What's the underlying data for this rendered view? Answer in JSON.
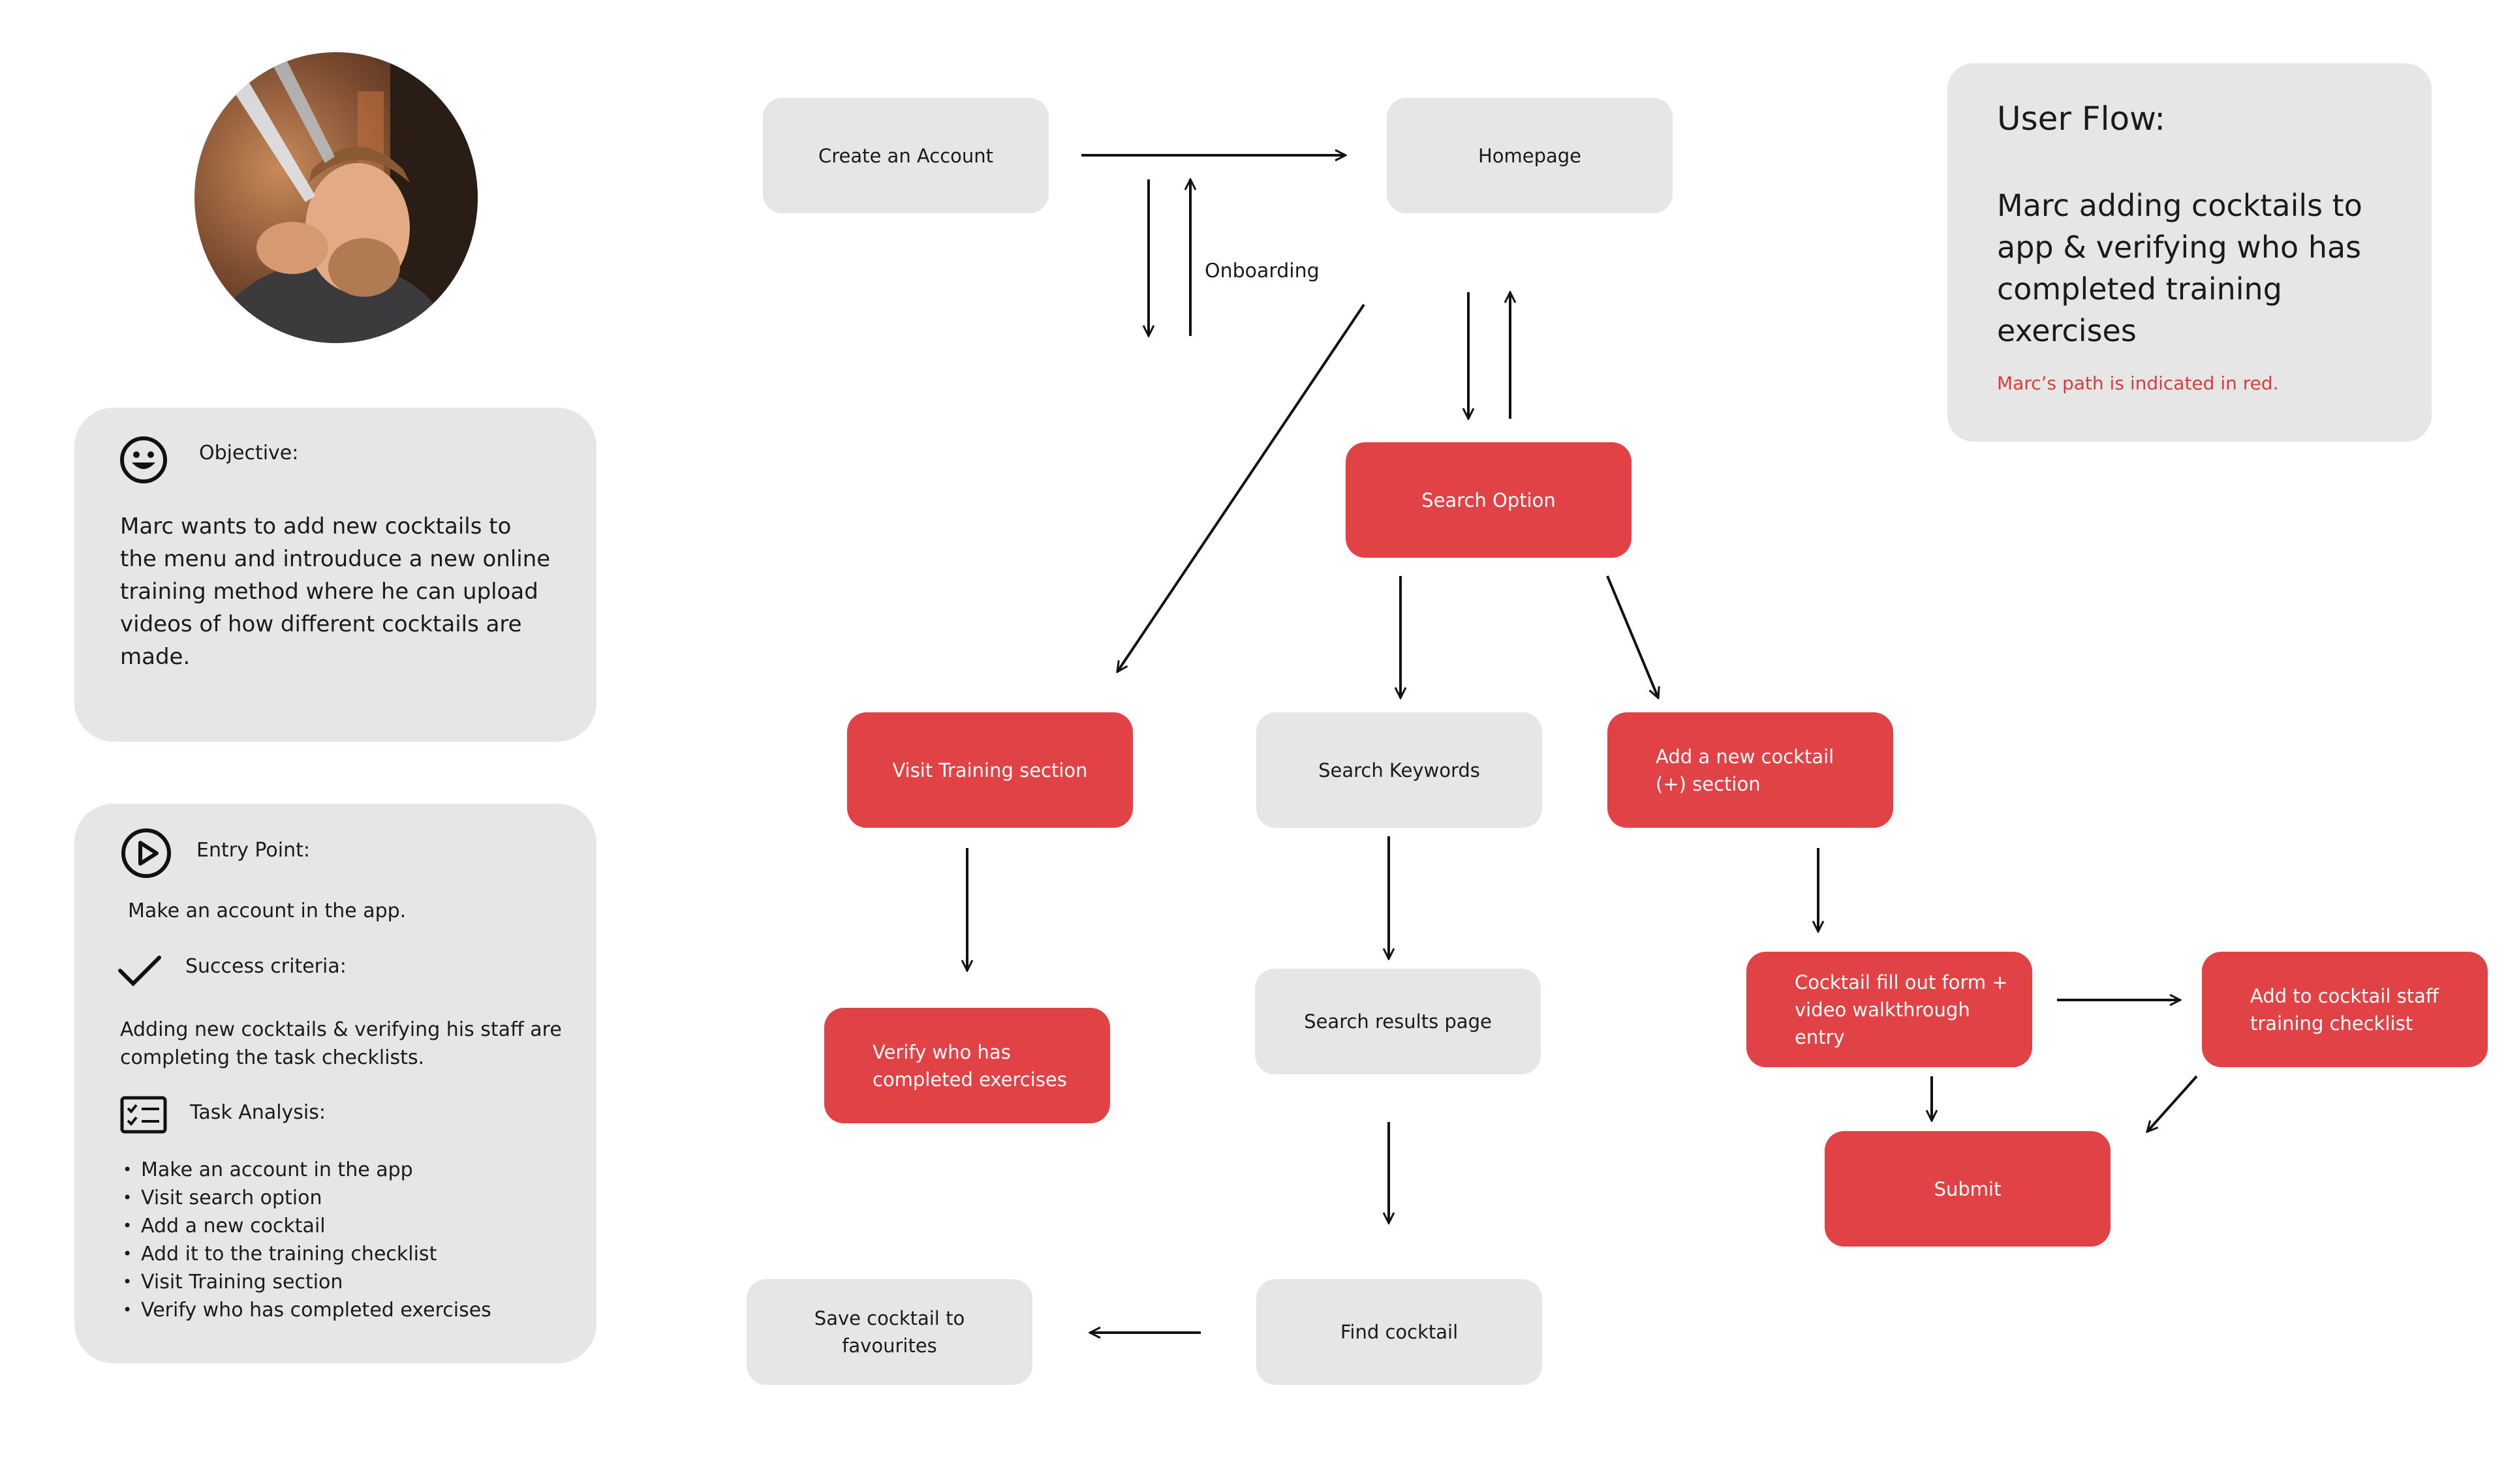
{
  "objective": {
    "title": "Objective:",
    "body": "Marc wants to add new cocktails to the menu and introuduce a new online training method where he can upload videos of how different cocktails are made."
  },
  "entry": {
    "title": "Entry Point:",
    "body": "Make an account in the app.",
    "success_title": "Success criteria:",
    "success_body": "Adding new cocktails & verifying his staff are completing the task checklists.",
    "task_title": "Task Analysis:",
    "tasks": [
      "Make an account in the app",
      "Visit search option",
      "Add a new cocktail",
      "Add it to the training checklist",
      "Visit Training section",
      "Verify who has completed exercises"
    ]
  },
  "user_flow": {
    "title": "User Flow:",
    "description": "Marc adding cocktails to app & verifying who has completed training exercises",
    "note": "Marc’s path is indicated in red."
  },
  "nodes": {
    "create_account": "Create an Account",
    "homepage": "Homepage",
    "onboarding": "Onboarding",
    "search_option": "Search Option",
    "visit_training": "Visit Training section",
    "search_keywords": "Search Keywords",
    "add_cocktail_line1": "Add a new cocktail",
    "add_cocktail_line2": "(+) section",
    "verify_line1": "Verify who has",
    "verify_line2": "completed exercises",
    "search_results": "Search results page",
    "form_line1": "Cocktail fill out form +",
    "form_line2": "video walkthrough entry",
    "checklist_line1": "Add to cocktail staff",
    "checklist_line2": "training checklist",
    "submit": "Submit",
    "save_favourites": "Save cocktail to favourites",
    "find_cocktail": "Find cocktail"
  },
  "colors": {
    "marc_path": "#e04245",
    "other_path": "#e6e6e6",
    "note_text": "#d93c3e"
  },
  "icons": {
    "objective": "smiley-face-icon",
    "entry": "play-circle-icon",
    "success": "checkmark-icon",
    "task": "checklist-icon"
  }
}
